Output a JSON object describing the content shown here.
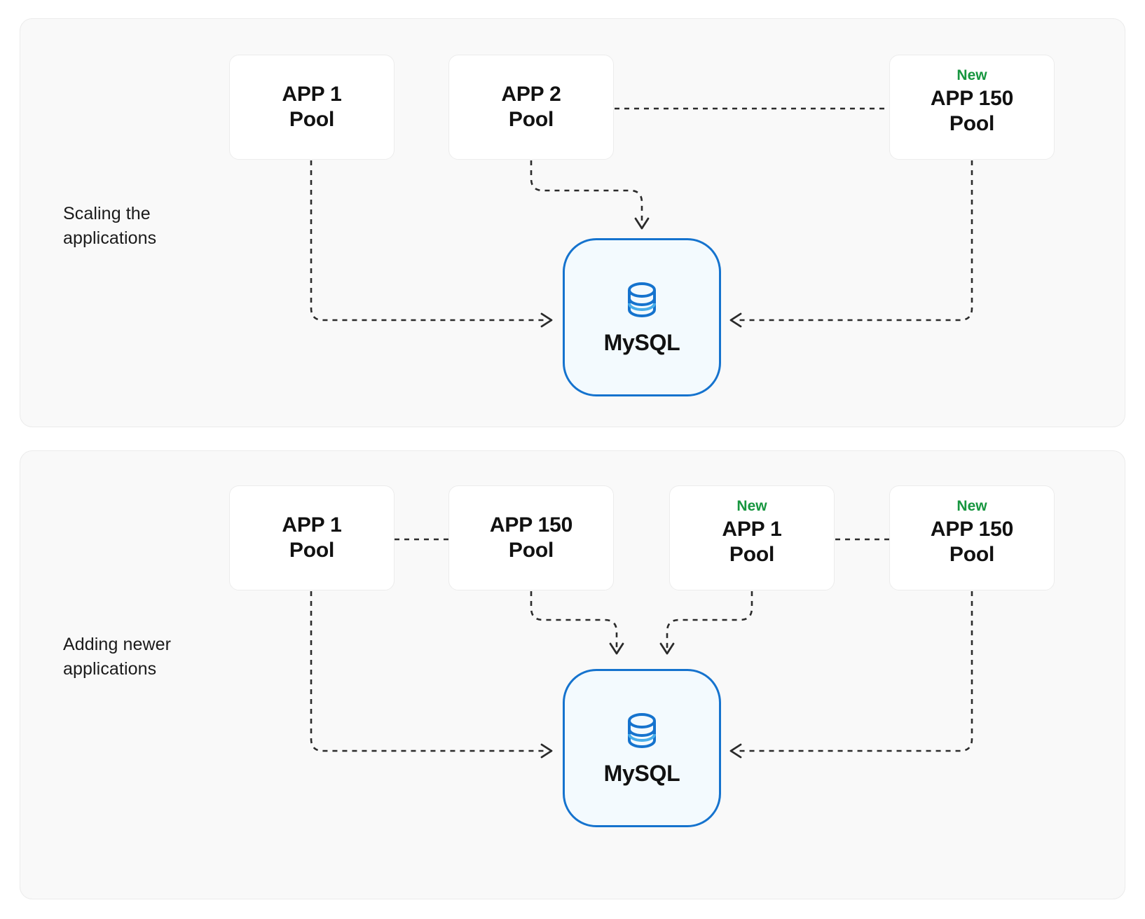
{
  "diagram": {
    "title_visible": false,
    "colors": {
      "panel_bg": "#F9F9F9",
      "panel_border": "#EBEBEB",
      "card_bg": "#FFFFFF",
      "card_border": "#ECECEC",
      "new_badge": "#17963F",
      "db_border": "#1573CE",
      "db_fill": "#F3FAFE",
      "wire": "#2B2B2B",
      "text": "#111111"
    }
  },
  "sections": [
    {
      "id": "scaling",
      "caption": "Scaling the\napplications",
      "cards": [
        {
          "id": "top-app1",
          "badge": "",
          "title": "APP 1",
          "sub": "Pool"
        },
        {
          "id": "top-app2",
          "badge": "",
          "title": "APP 2",
          "sub": "Pool"
        },
        {
          "id": "top-app150",
          "badge": "New",
          "title": "APP 150",
          "sub": "Pool"
        }
      ],
      "database": {
        "id": "top-mysql",
        "label": "MySQL",
        "icon": "database-cylinder-icon"
      }
    },
    {
      "id": "adding",
      "caption": "Adding newer\napplications",
      "cards": [
        {
          "id": "bot-app1",
          "badge": "",
          "title": "APP 1",
          "sub": "Pool"
        },
        {
          "id": "bot-app150",
          "badge": "",
          "title": "APP 150",
          "sub": "Pool"
        },
        {
          "id": "bot-new-app1",
          "badge": "New",
          "title": "APP 1",
          "sub": "Pool"
        },
        {
          "id": "bot-new-app150",
          "badge": "New",
          "title": "APP 150",
          "sub": "Pool"
        }
      ],
      "database": {
        "id": "bot-mysql",
        "label": "MySQL",
        "icon": "database-cylinder-icon"
      }
    }
  ]
}
